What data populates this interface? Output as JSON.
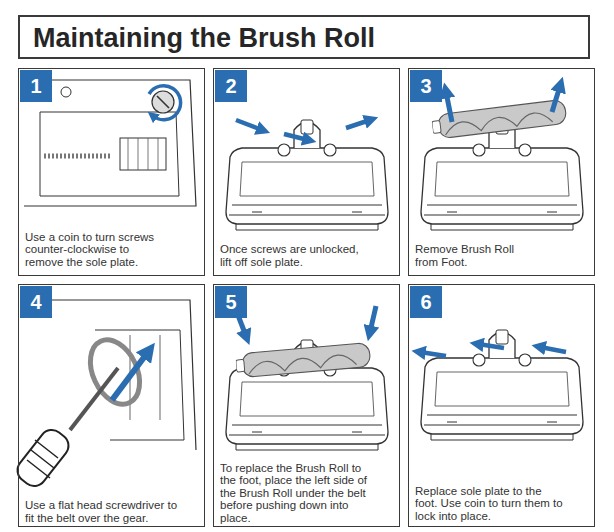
{
  "diagram": {
    "title": "Maintaining the Brush Roll",
    "nodes": [
      {
        "text": [
          "Use a coin to turn screws counter-clockwise to remove the sole plate."
        ]
      },
      {
        "text": [
          "1"
        ],
        "in": 0
      },
      {
        "text": [
          "Once screws are unlocked, lift off sole plate."
        ]
      },
      {
        "text": [
          "2"
        ],
        "in": 2
      },
      {
        "text": [
          "Remove Brush Roll from Foot."
        ]
      },
      {
        "text": [
          "3"
        ],
        "in": 4
      },
      {
        "text": [
          "Use a flat head screwdriver to fit the belt over the gear."
        ]
      },
      {
        "text": [
          "4"
        ],
        "in": 6
      },
      {
        "text": [
          "To replace the Brush Roll to the foot, place the left side of the Brush Roll under the belt before pushing down into place."
        ]
      },
      {
        "text": [
          "5"
        ],
        "in": 8
      },
      {
        "text": [
          "Replace sole plate to the foot. Use coin to turn them to lock into place."
        ]
      },
      {
        "text": [
          "6"
        ],
        "in": 10
      }
    ]
  }
}
